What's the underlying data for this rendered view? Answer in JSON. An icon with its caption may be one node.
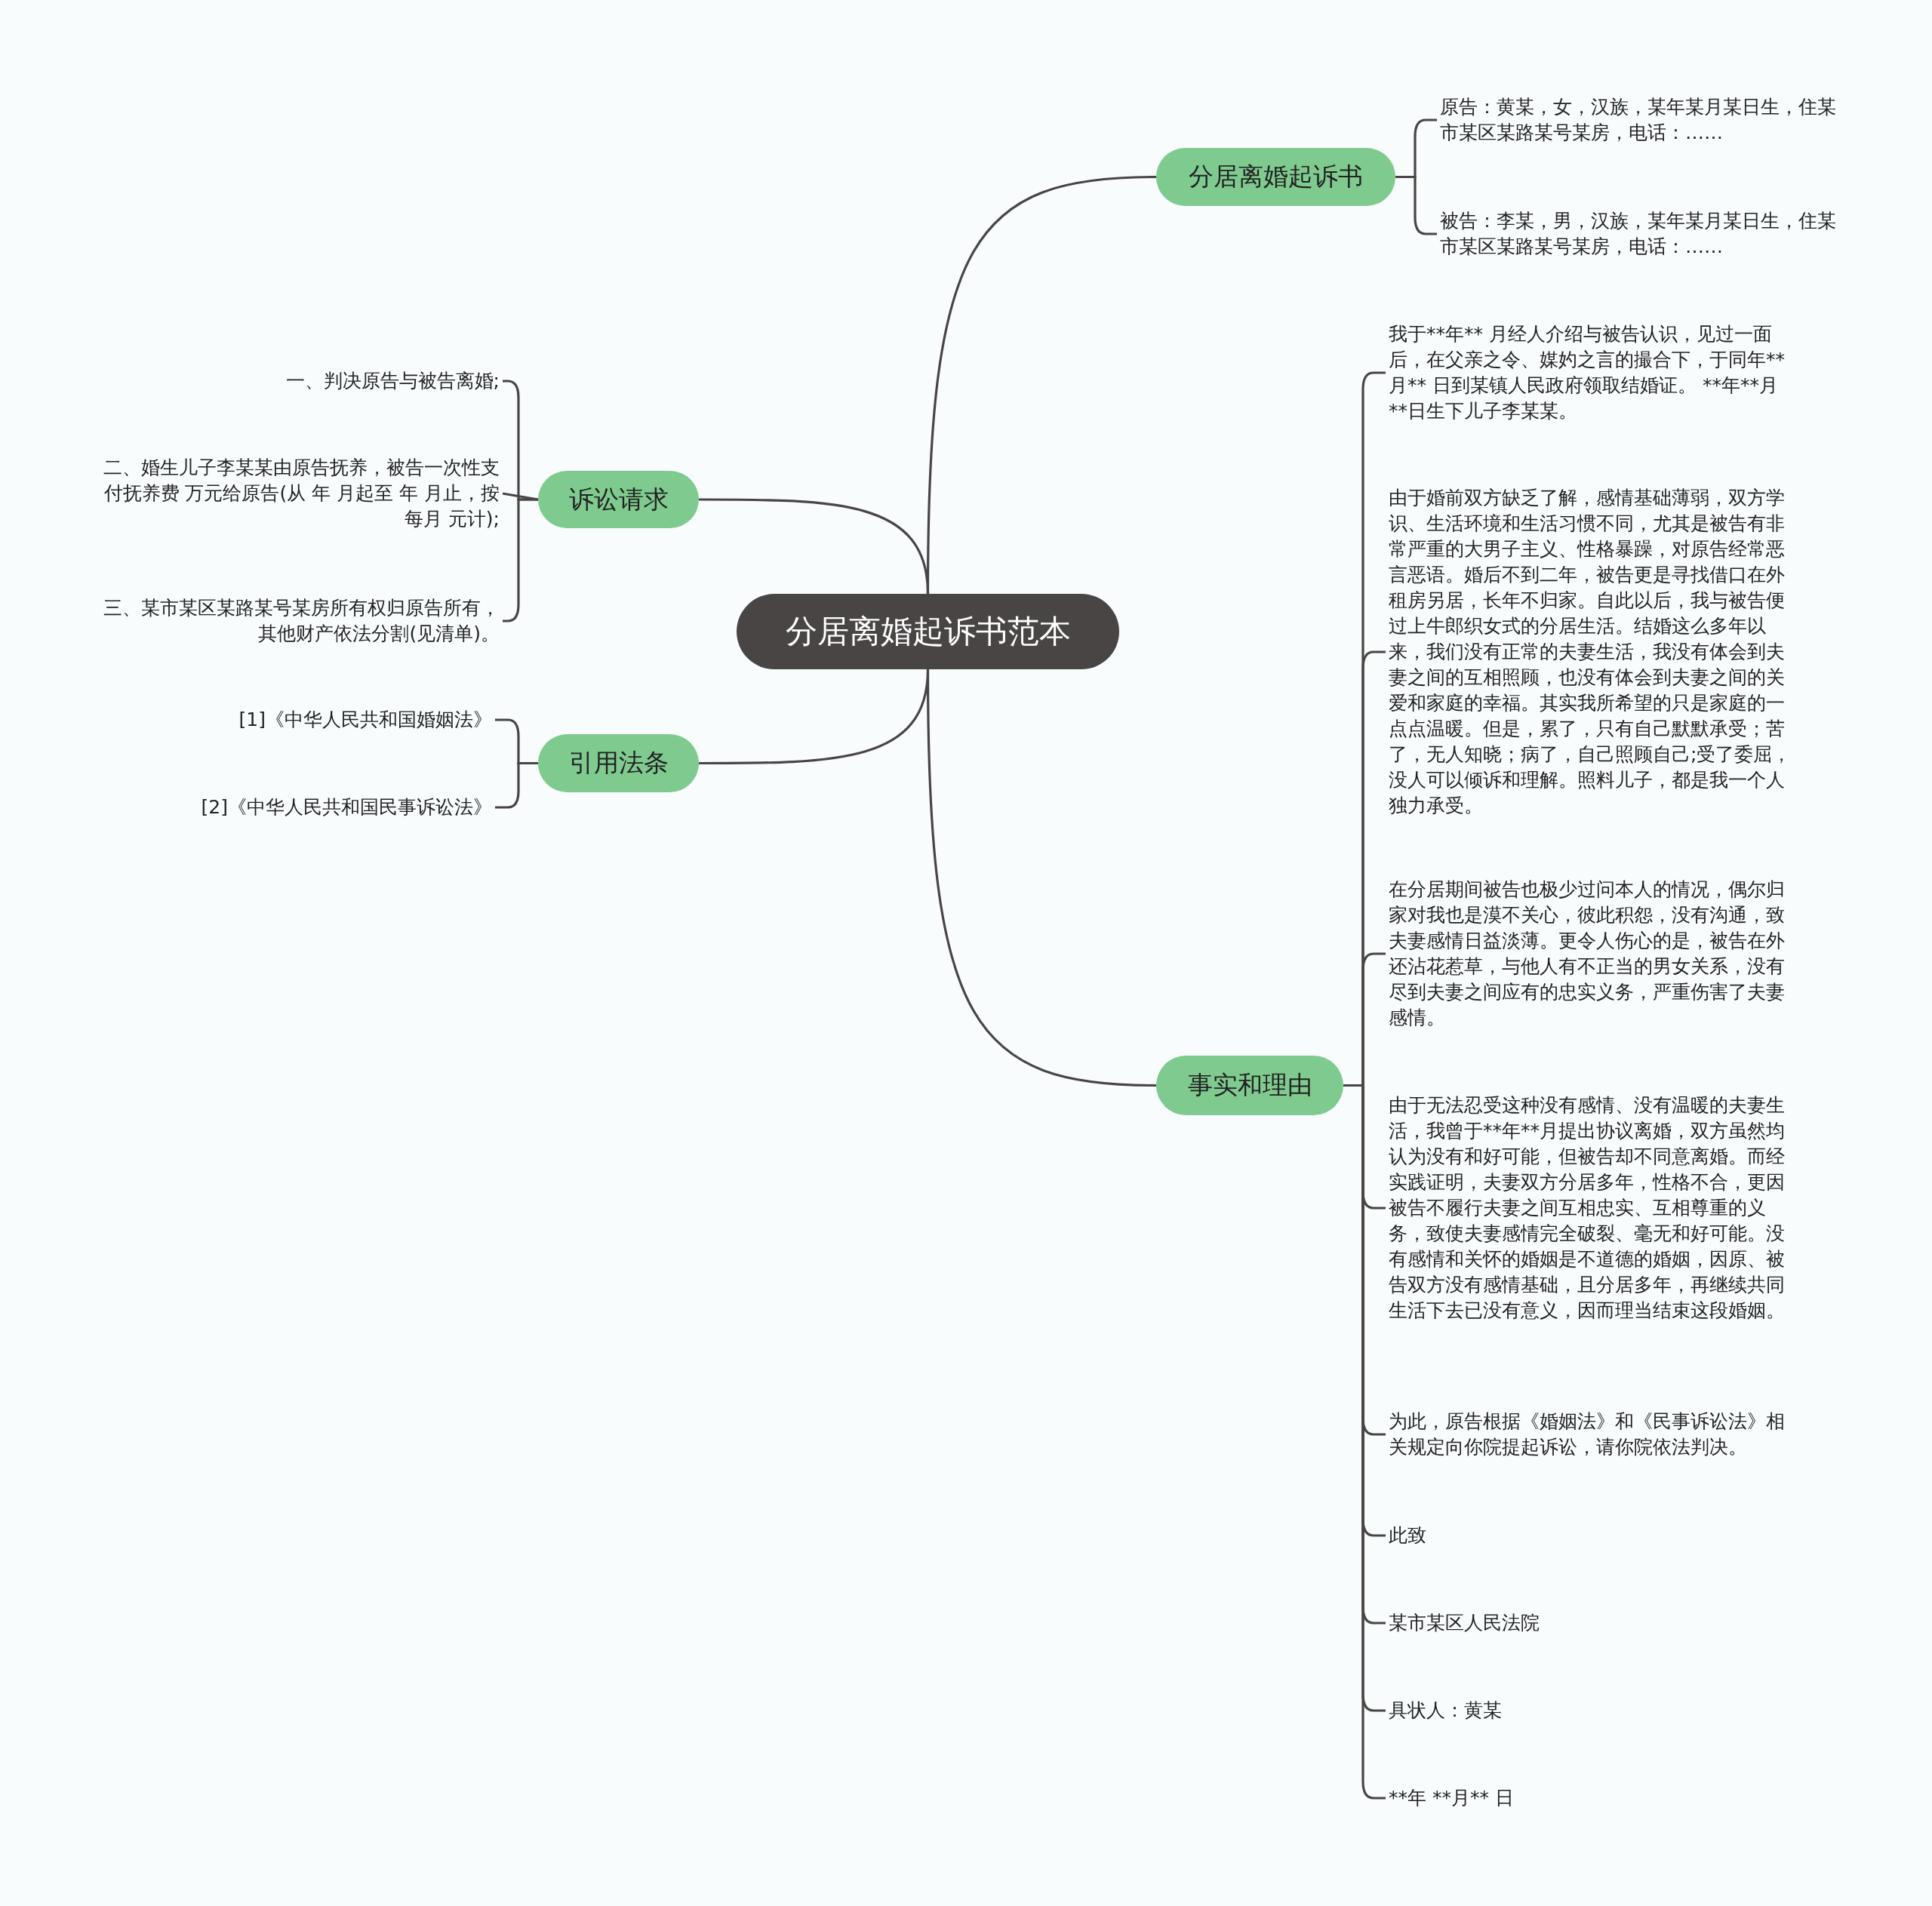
{
  "diagram": {
    "nodes": [
      {
        "text": [
          "分居离婚起诉书范本"
        ]
      },
      {
        "text": [
          "分居离婚起诉书"
        ]
      },
      {
        "text": [
          "原告：黄某，女，汉族，某年某月某日生，住某市某区某路某号某房，电话：……"
        ]
      },
      {
        "text": [
          "被告：李某，男，汉族，某年某月某日生，住某市某区某路某号某房，电话：……"
        ]
      },
      {
        "text": [
          "诉讼请求"
        ]
      },
      {
        "text": [
          "一、判决原告与被告离婚;"
        ]
      },
      {
        "text": [
          "二、婚生儿子李某某由原告抚养，被告一次性支付抚养费 万元给原告(从 年 月起至 年 月止，按每月 元计);"
        ]
      },
      {
        "text": [
          "三、某市某区某路某号某房所有权归原告所有，其他财产依法分割(见清单)。"
        ]
      },
      {
        "text": [
          "引用法条"
        ]
      },
      {
        "text": [
          "[1]《中华人民共和国婚姻法》"
        ]
      },
      {
        "text": [
          "[2]《中华人民共和国民事诉讼法》"
        ]
      },
      {
        "text": [
          "事实和理由"
        ]
      },
      {
        "text": [
          "我于**年** 月经人介绍与被告认识，见过一面后，在父亲之令、媒妁之言的撮合下，于同年**月** 日到某镇人民政府领取结婚证。 **年**月**日生下儿子李某某。"
        ]
      },
      {
        "text": [
          "由于婚前双方缺乏了解，感情基础薄弱，双方学识、生活环境和生活习惯不同，尤其是被告有非常严重的大男子主义、性格暴躁，对原告经常恶言恶语。婚后不到二年，被告更是寻找借口在外租房另居，长年不归家。自此以后，我与被告便过上牛郎织女式的分居生活。结婚这么多年以来，我们没有正常的夫妻生活，我没有体会到夫妻之间的互相照顾，也没有体会到夫妻之间的关爱和家庭的幸福。其实我所希望的只是家庭的一点点温暖。但是，累了，只有自己默默承受；苦了，无人知晓；病了，自己照顾自己;受了委屈，没人可以倾诉和理解。照料儿子，都是我一个人独力承受。"
        ]
      },
      {
        "text": [
          "在分居期间被告也极少过问本人的情况，偶尔归家对我也是漠不关心，彼此积怨，没有沟通，致夫妻感情日益淡薄。更令人伤心的是，被告在外还沾花惹草，与他人有不正当的男女关系，没有尽到夫妻之间应有的忠实义务，严重伤害了夫妻感情。"
        ]
      },
      {
        "text": [
          "由于无法忍受这种没有感情、没有温暖的夫妻生活，我曾于**年**月提出协议离婚，双方虽然均认为没有和好可能，但被告却不同意离婚。而经实践证明，夫妻双方分居多年，性格不合，更因被告不履行夫妻之间互相忠实、互相尊重的义务，致使夫妻感情完全破裂、毫无和好可能。没有感情和关怀的婚姻是不道德的婚姻，因原、被告双方没有感情基础，且分居多年，再继续共同生活下去已没有意义，因而理当结束这段婚姻。"
        ]
      },
      {
        "text": [
          "为此，原告根据《婚姻法》和《民事诉讼法》相关规定向你院提起诉讼，请你院依法判决。"
        ]
      },
      {
        "text": [
          "此致"
        ]
      },
      {
        "text": [
          "某市某区人民法院"
        ]
      },
      {
        "text": [
          "具状人：黄某"
        ]
      },
      {
        "text": [
          "**年 **月** 日"
        ]
      }
    ],
    "edges": [
      {
        "from": 0,
        "to": 1,
        "arrow": "none"
      },
      {
        "from": 1,
        "to": 2,
        "arrow": "none"
      },
      {
        "from": 1,
        "to": 3,
        "arrow": "none"
      },
      {
        "from": 0,
        "to": 4,
        "arrow": "none"
      },
      {
        "from": 4,
        "to": 5,
        "arrow": "none"
      },
      {
        "from": 4,
        "to": 6,
        "arrow": "none"
      },
      {
        "from": 4,
        "to": 7,
        "arrow": "none"
      },
      {
        "from": 0,
        "to": 8,
        "arrow": "none"
      },
      {
        "from": 8,
        "to": 9,
        "arrow": "none"
      },
      {
        "from": 8,
        "to": 10,
        "arrow": "none"
      },
      {
        "from": 0,
        "to": 11,
        "arrow": "none"
      },
      {
        "from": 11,
        "to": 12,
        "arrow": "none"
      },
      {
        "from": 11,
        "to": 13,
        "arrow": "none"
      },
      {
        "from": 11,
        "to": 14,
        "arrow": "none"
      },
      {
        "from": 11,
        "to": 15,
        "arrow": "none"
      },
      {
        "from": 11,
        "to": 16,
        "arrow": "none"
      },
      {
        "from": 11,
        "to": 17,
        "arrow": "none"
      },
      {
        "from": 11,
        "to": 18,
        "arrow": "none"
      },
      {
        "from": 11,
        "to": 19,
        "arrow": "none"
      },
      {
        "from": 11,
        "to": 20,
        "arrow": "none"
      }
    ]
  }
}
